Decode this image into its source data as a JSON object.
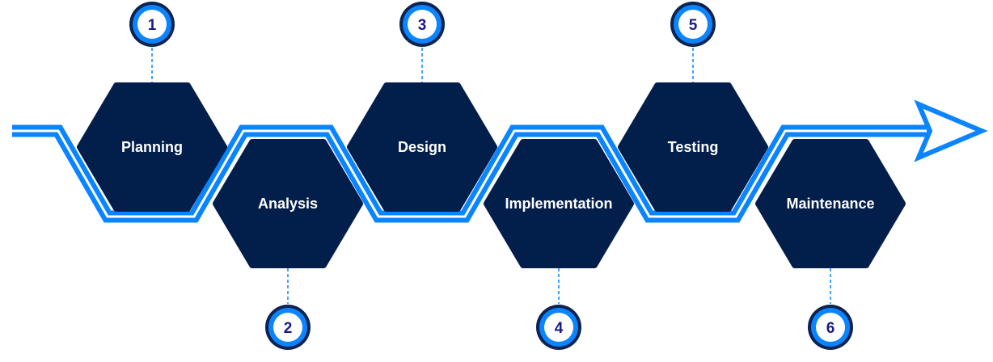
{
  "diagram": {
    "steps": [
      {
        "number": "1",
        "label": "Planning"
      },
      {
        "number": "2",
        "label": "Analysis"
      },
      {
        "number": "3",
        "label": "Design"
      },
      {
        "number": "4",
        "label": "Implementation"
      },
      {
        "number": "5",
        "label": "Testing"
      },
      {
        "number": "6",
        "label": "Maintenance"
      }
    ]
  },
  "colors": {
    "hexagon": "#021e4b",
    "band": "#0a84ff",
    "number_text": "#1a1a8c",
    "circle_border": "#0d2350"
  }
}
